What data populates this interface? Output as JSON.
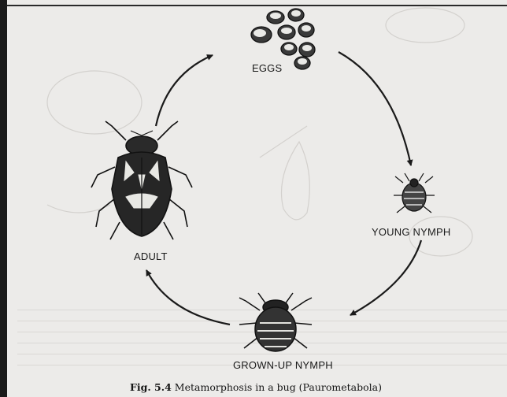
{
  "labels": {
    "eggs": "EGGS",
    "young_nymph": "YOUNG NYMPH",
    "adult": "ADULT",
    "grown_up_nymph": "GROWN-UP NYMPH"
  },
  "caption": {
    "figure_number": "Fig. 5.4",
    "text": "Metamorphosis in a bug (Paurometabola)"
  },
  "colors": {
    "ink": "#1d1d1d",
    "paper": "#ecebe9",
    "bleed_through": "#b9b6b2"
  }
}
